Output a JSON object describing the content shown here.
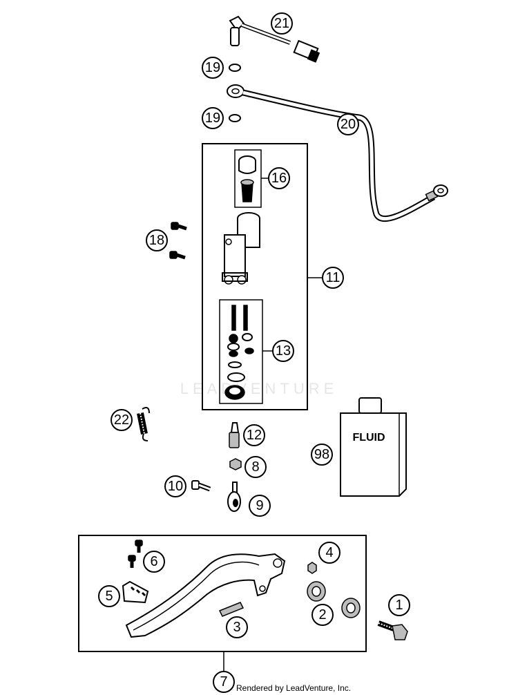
{
  "watermark": "LEADVENTURE",
  "credit": "Rendered by LeadVenture, Inc.",
  "fluid_label": "FLUID",
  "callouts": [
    {
      "id": "c21",
      "label": "21"
    },
    {
      "id": "c19a",
      "label": "19"
    },
    {
      "id": "c19b",
      "label": "19"
    },
    {
      "id": "c20",
      "label": "20"
    },
    {
      "id": "c16",
      "label": "16"
    },
    {
      "id": "c18",
      "label": "18"
    },
    {
      "id": "c11",
      "label": "11"
    },
    {
      "id": "c13",
      "label": "13"
    },
    {
      "id": "c22",
      "label": "22"
    },
    {
      "id": "c12",
      "label": "12"
    },
    {
      "id": "c98",
      "label": "98"
    },
    {
      "id": "c8",
      "label": "8"
    },
    {
      "id": "c10",
      "label": "10"
    },
    {
      "id": "c9",
      "label": "9"
    },
    {
      "id": "c6",
      "label": "6"
    },
    {
      "id": "c4",
      "label": "4"
    },
    {
      "id": "c5",
      "label": "5"
    },
    {
      "id": "c1",
      "label": "1"
    },
    {
      "id": "c2",
      "label": "2"
    },
    {
      "id": "c3",
      "label": "3"
    },
    {
      "id": "c7",
      "label": "7"
    }
  ]
}
